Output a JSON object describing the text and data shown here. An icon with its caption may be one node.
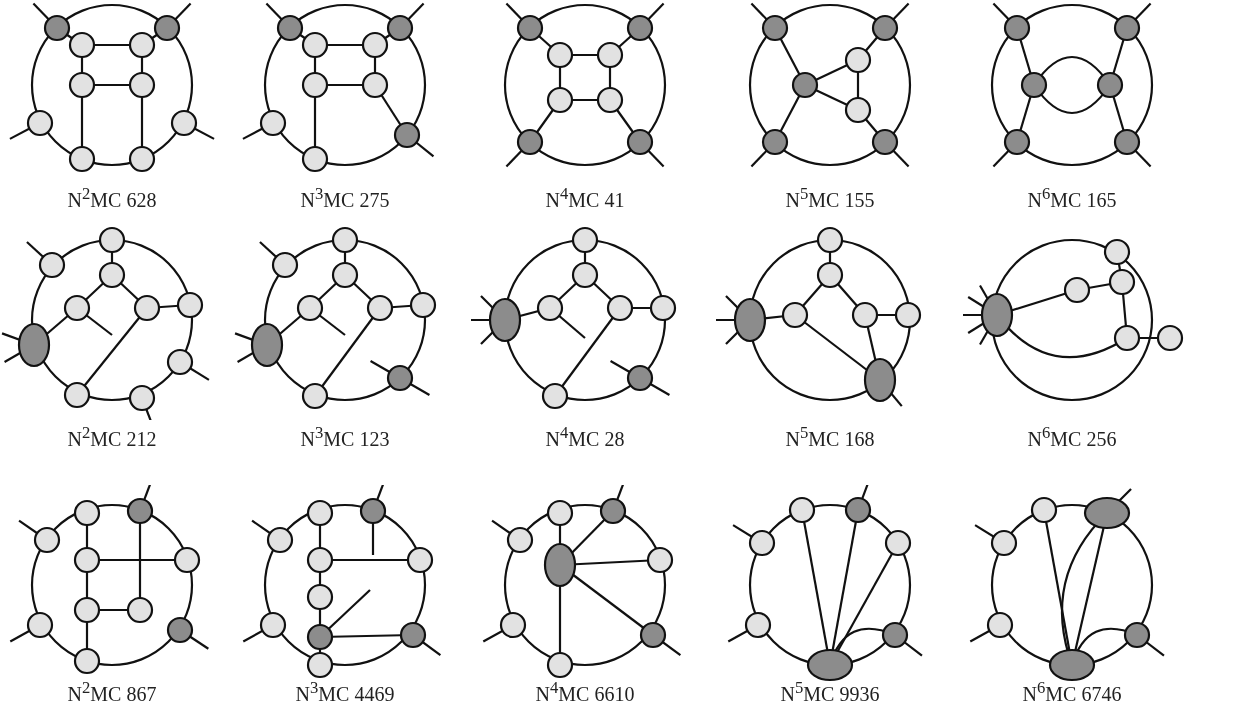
{
  "diagram": {
    "labels": [
      "N$^{2}$MC 628",
      "N$^{3}$MC 275",
      "N$^{4}$MC 41",
      "N$^{5}$MC 155",
      "N$^{6}$MC 165",
      "N$^{2}$MC 212",
      "N$^{3}$MC 123",
      "N$^{4}$MC 28",
      "N$^{5}$MC 168",
      "N$^{6}$MC 256",
      "N$^{2}$MC 867",
      "N$^{3}$MC 4469",
      "N$^{4}$MC 6610",
      "N$^{5}$MC 9936",
      "N$^{6}$MC 6746"
    ]
  }
}
